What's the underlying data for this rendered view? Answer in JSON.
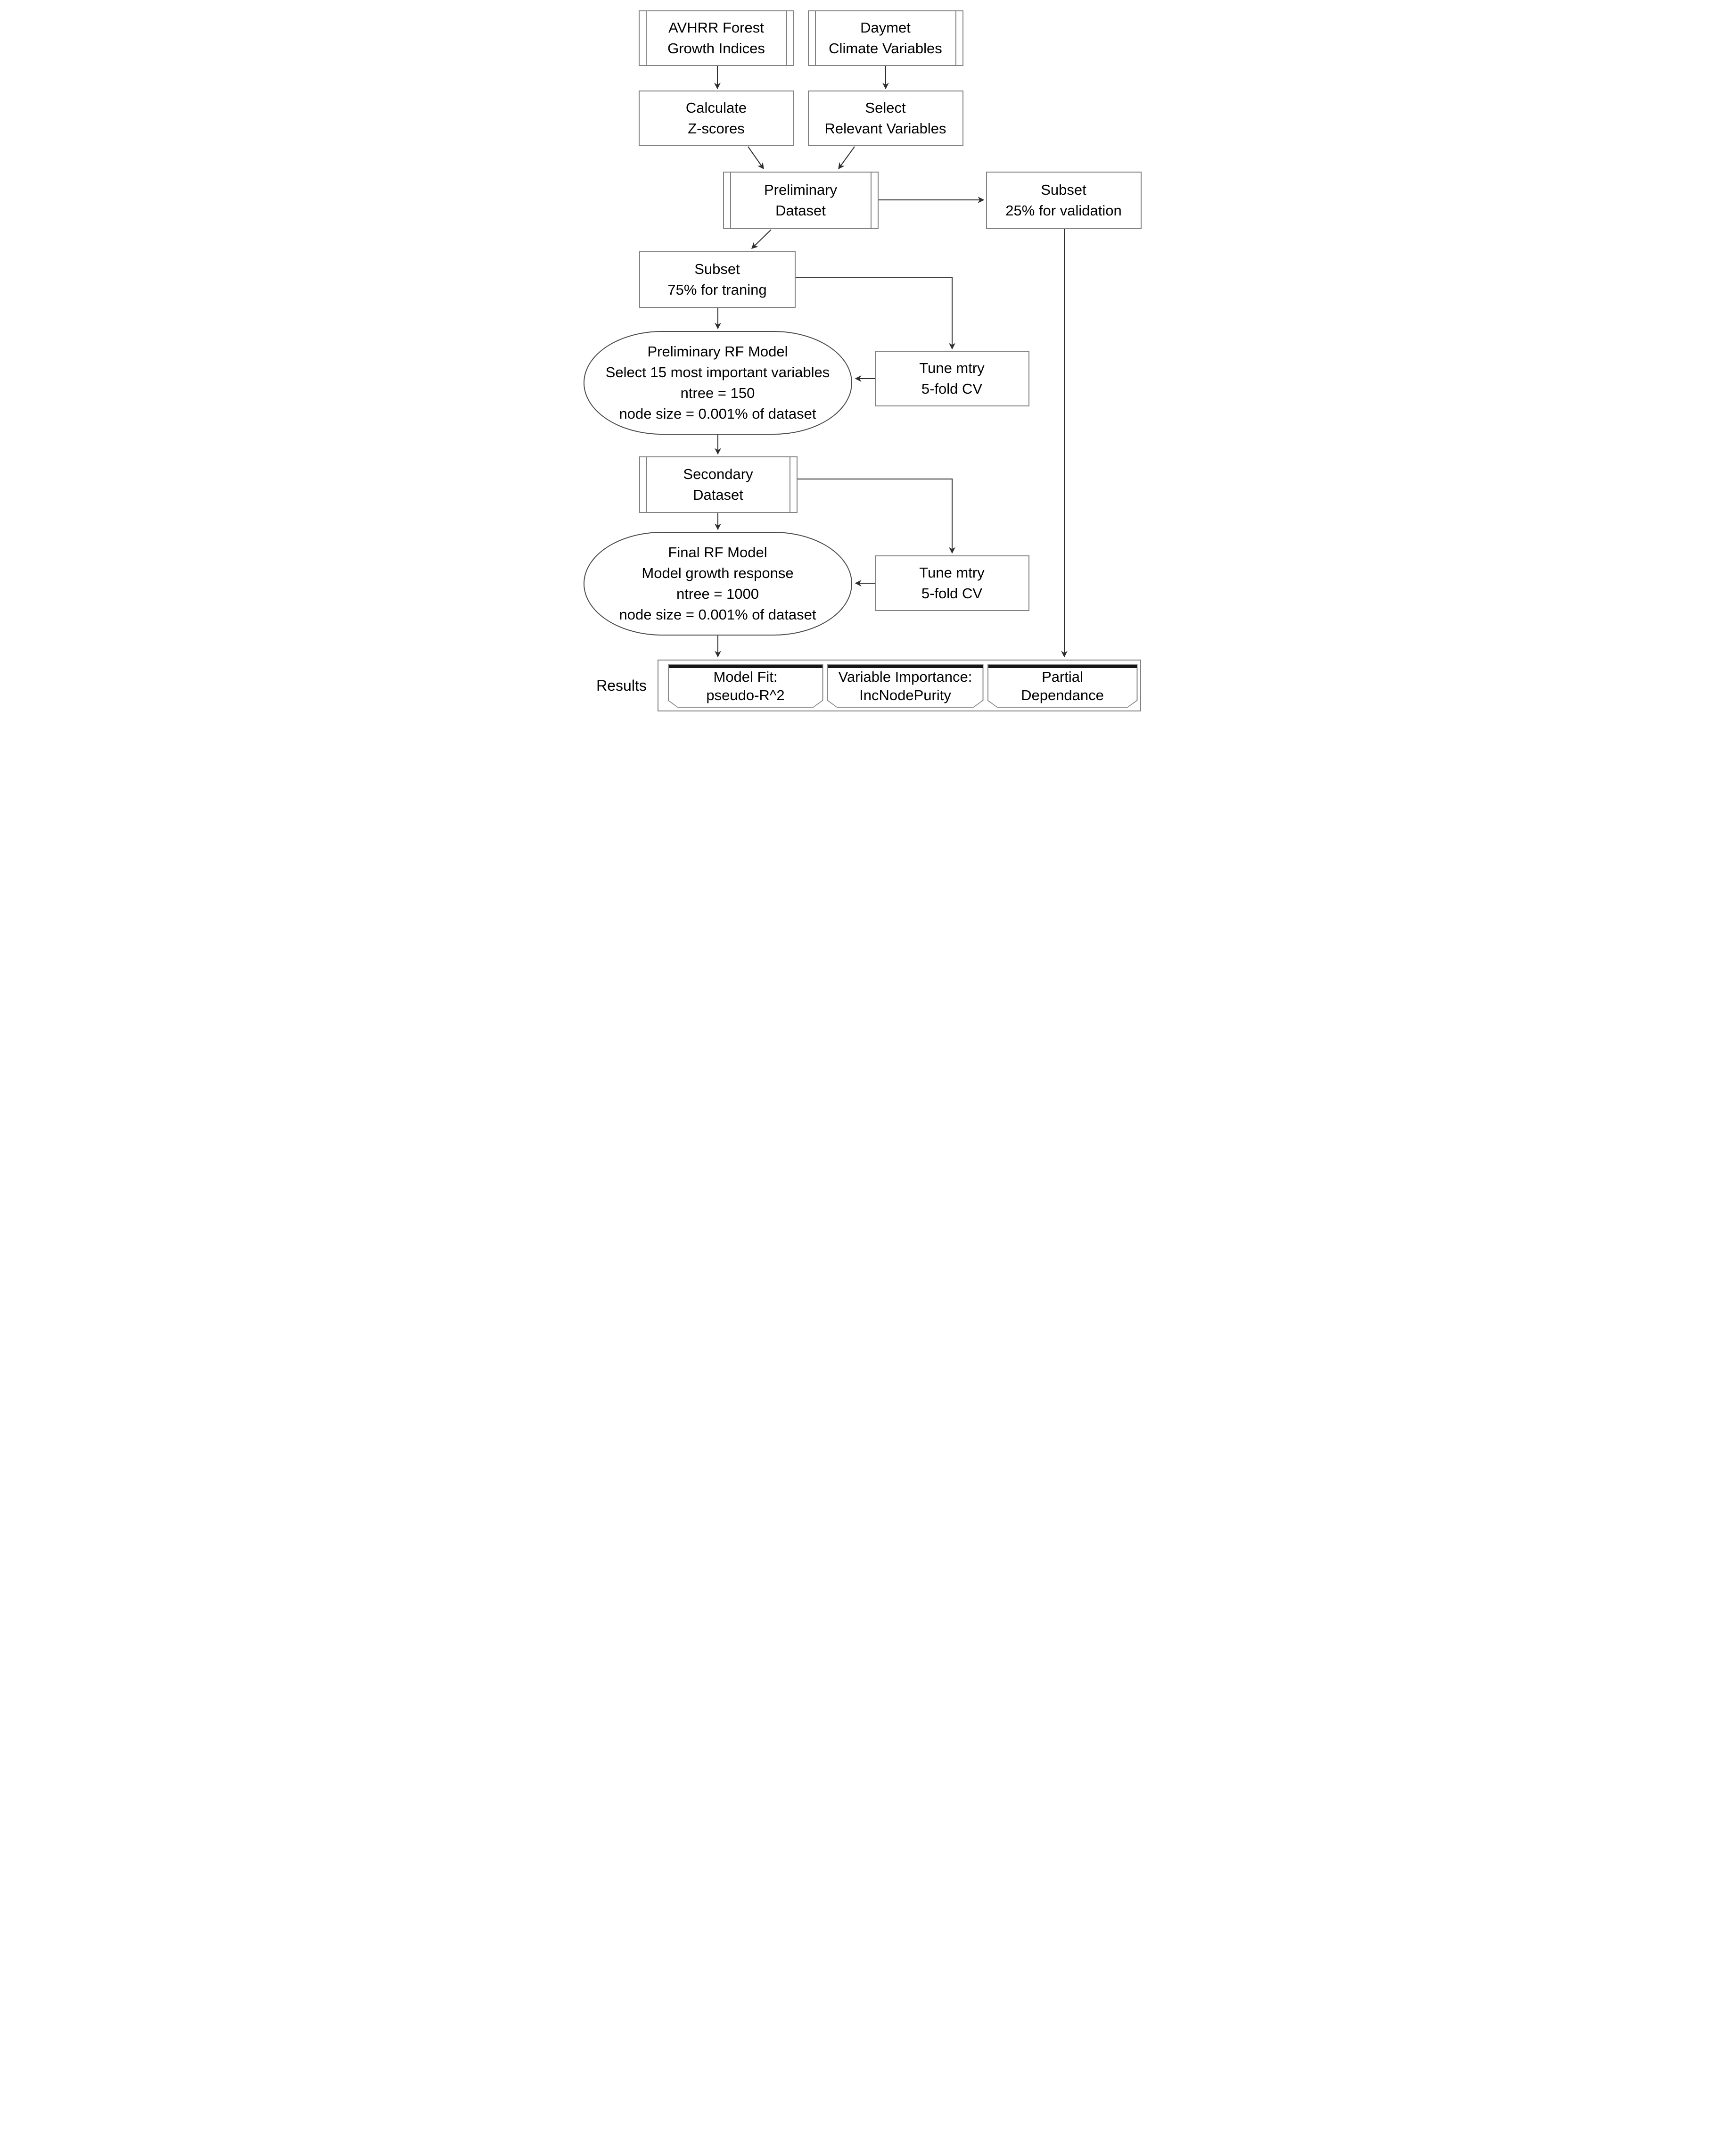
{
  "colors": {
    "background": "#ffffff",
    "box-border": "#828282",
    "stadium-border": "#4b4b4b",
    "connector": "#2e2e2e",
    "text": "#000000",
    "card-top": "#161616",
    "card-border": "#8a8a8a"
  },
  "nodes": {
    "avhrr": {
      "lines": [
        "AVHRR Forest",
        "Growth Indices"
      ]
    },
    "daymet": {
      "lines": [
        "Daymet",
        "Climate Variables"
      ]
    },
    "calculate_z": {
      "lines": [
        "Calculate",
        "Z-scores"
      ]
    },
    "select_relevant": {
      "lines": [
        "Select",
        "Relevant Variables"
      ]
    },
    "preliminary_dataset": {
      "lines": [
        "Preliminary",
        "Dataset"
      ]
    },
    "subset_validation": {
      "lines": [
        "Subset",
        "25% for validation"
      ]
    },
    "subset_training": {
      "lines": [
        "Subset",
        "75% for traning"
      ]
    },
    "preliminary_rf": {
      "lines": [
        "Preliminary RF Model",
        "Select 15 most important variables",
        "ntree = 150",
        "node size = 0.001% of dataset"
      ]
    },
    "tune_mtry_1": {
      "lines": [
        "Tune mtry",
        "5-fold CV"
      ]
    },
    "secondary_dataset": {
      "lines": [
        "Secondary",
        "Dataset"
      ]
    },
    "final_rf": {
      "lines": [
        "Final RF Model",
        "Model growth response",
        "ntree = 1000",
        "node size = 0.001% of dataset"
      ]
    },
    "tune_mtry_2": {
      "lines": [
        "Tune mtry",
        "5-fold CV"
      ]
    },
    "results_label": "Results",
    "result_model_fit": {
      "lines": [
        "Model Fit:",
        "pseudo-R^2"
      ]
    },
    "result_variable_importance": {
      "lines": [
        "Variable Importance:",
        "IncNodePurity"
      ]
    },
    "result_partial_dependence": {
      "lines": [
        "Partial",
        "Dependance"
      ]
    }
  }
}
